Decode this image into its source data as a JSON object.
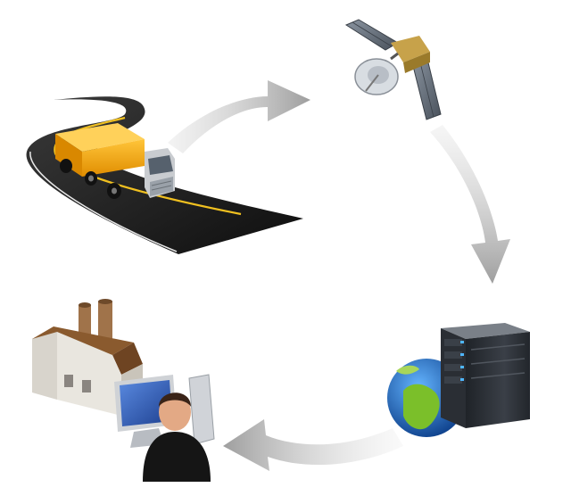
{
  "diagram": {
    "type": "cycle",
    "steps": [
      {
        "id": "truck",
        "icon": "truck-on-road-icon"
      },
      {
        "id": "satellite",
        "icon": "satellite-icon"
      },
      {
        "id": "server",
        "icon": "server-with-globe-icon"
      },
      {
        "id": "office",
        "icon": "factory-and-computer-user-icon"
      }
    ],
    "flow": [
      "truck",
      "satellite",
      "server",
      "office"
    ],
    "arrow_color": "#a8a8a8"
  },
  "colors": {
    "truck_cargo": "#f2a814",
    "truck_cab": "#c9ccd0",
    "road": "#1c1c1c",
    "road_line": "#f0c020",
    "satellite_panel": "#6f7a86",
    "satellite_dish": "#d8dde2",
    "server_body": "#2b2f36",
    "server_led": "#4fb6ff",
    "globe_ocean": "#1f6fc4",
    "globe_land": "#7bbf2a",
    "factory_roof": "#8a5a2e",
    "factory_wall": "#e9e6df",
    "monitor_screen": "#2f5fb8",
    "person_shirt": "#151515",
    "person_hair": "#3a2418"
  }
}
